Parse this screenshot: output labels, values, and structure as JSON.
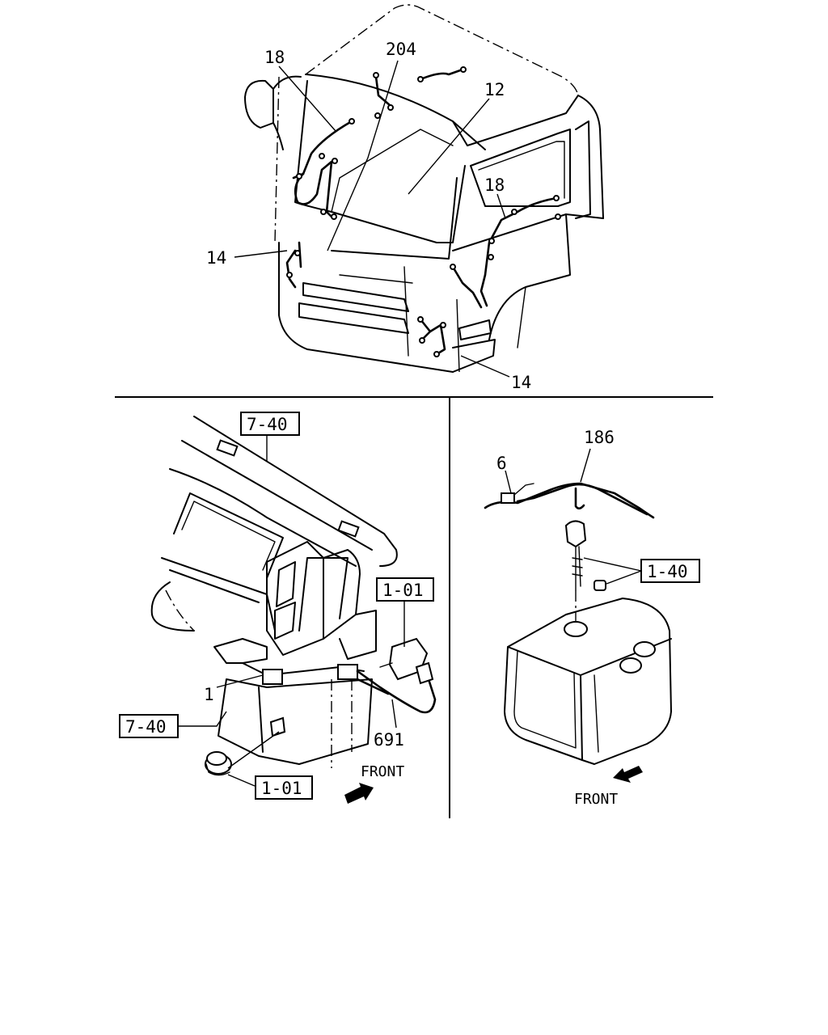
{
  "callouts": {
    "top": {
      "c18a": "18",
      "c204": "204",
      "c12": "12",
      "c18b": "18",
      "c14a": "14",
      "c14b": "14"
    },
    "left": {
      "ref_7_40_top": "7-40",
      "ref_1_01_right": "1-01",
      "c1": "1",
      "ref_7_40_left": "7-40",
      "c691": "691",
      "ref_1_01_bottom": "1-01",
      "front": "FRONT"
    },
    "right": {
      "c186": "186",
      "c6": "6",
      "ref_1_40": "1-40",
      "front": "FRONT"
    }
  }
}
